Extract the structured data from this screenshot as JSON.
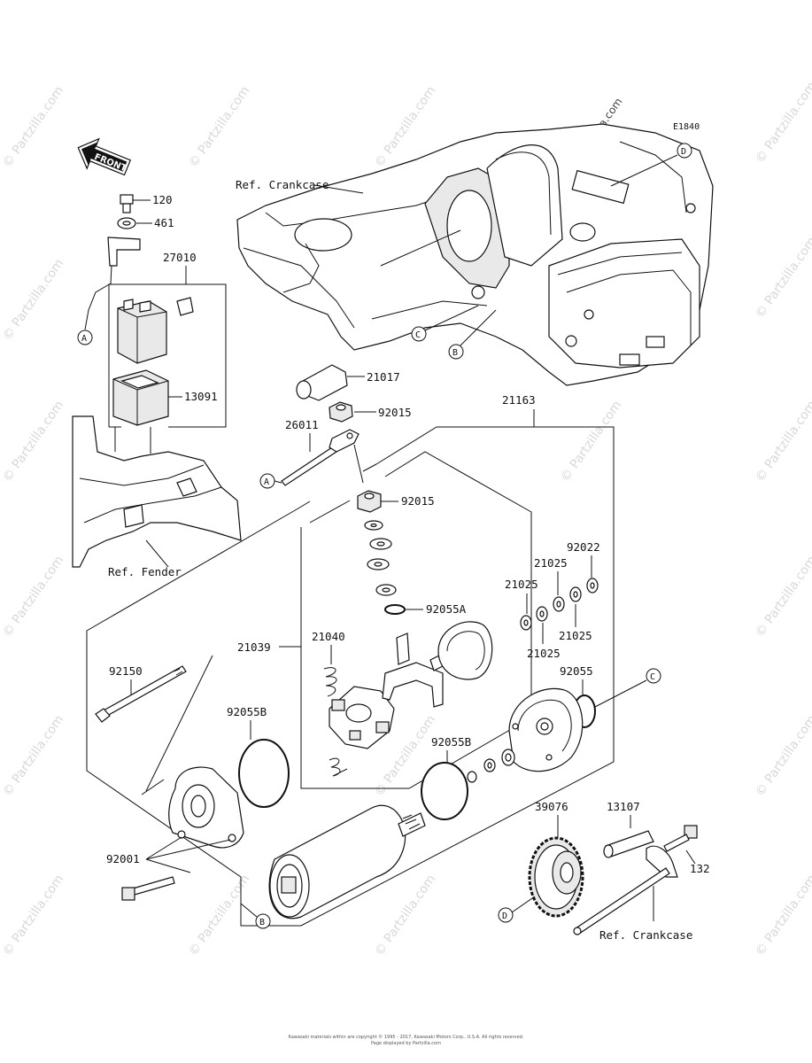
{
  "diagram_code": "E1840",
  "front_label": "FRONT",
  "watermark_text": "© Partzilla.com",
  "footer": {
    "line1": "Kawasaki materials within are copyright © 1995 - 2017, Kawasaki Motors Corp., U.S.A. All rights reserved.",
    "line2": "Page displayed by Partzilla.com"
  },
  "references": {
    "crankcase_top": "Ref. Crankcase",
    "fender": "Ref. Fender",
    "crankcase_bottom": "Ref. Crankcase"
  },
  "parts": {
    "p120": "120",
    "p461": "461",
    "p27010": "27010",
    "p13091": "13091",
    "p21017": "21017",
    "p92015a": "92015",
    "p26011": "26011",
    "p21163": "21163",
    "p92015b": "92015",
    "p92022": "92022",
    "p21025a": "21025",
    "p21025b": "21025",
    "p21025c": "21025",
    "p21025d": "21025",
    "p92055A": "92055A",
    "p21039": "21039",
    "p21040": "21040",
    "p92150": "92150",
    "p92055": "92055",
    "p92055B_a": "92055B",
    "p92055B_b": "92055B",
    "p39076": "39076",
    "p13107": "13107",
    "p132": "132",
    "p92001": "92001"
  },
  "callouts": {
    "A": "A",
    "B": "B",
    "C": "C",
    "D": "D"
  }
}
